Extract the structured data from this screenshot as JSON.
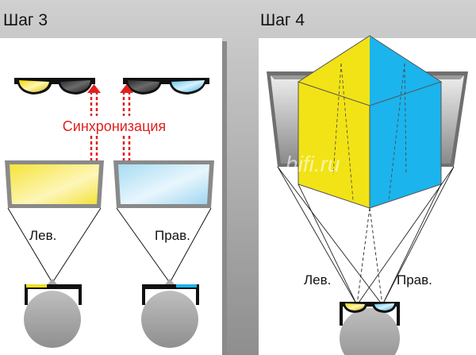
{
  "step3": {
    "title": "Шаг 3",
    "sync_label": "Синхронизация",
    "left_label": "Лев.",
    "right_label": "Прав."
  },
  "step4": {
    "title": "Шаг 4",
    "left_label": "Лев.",
    "right_label": "Прав."
  },
  "watermark": "hifi.ru",
  "colors": {
    "yellow": "#f0e020",
    "blue": "#1cb4ec",
    "sync_red": "#e02020",
    "frame_gray": "#777777"
  }
}
